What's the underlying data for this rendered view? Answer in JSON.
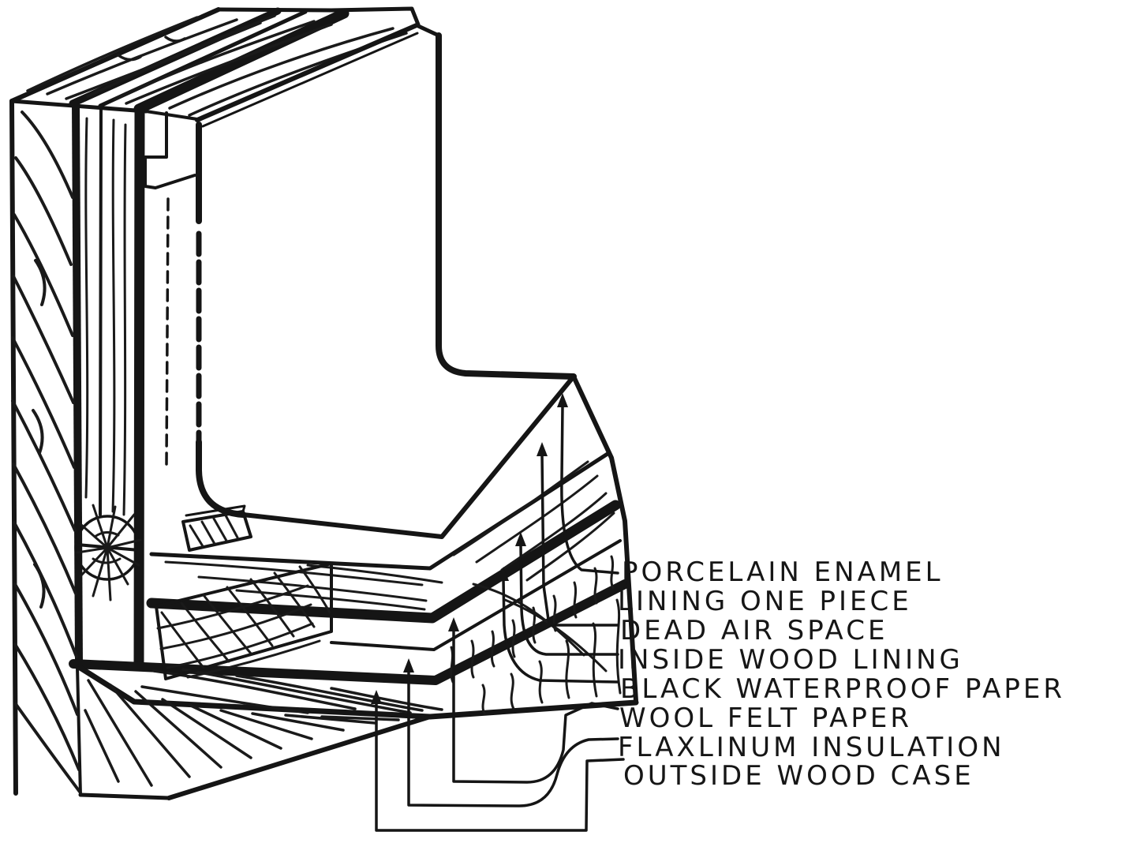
{
  "figure": {
    "background": "#ffffff",
    "ink": "#151515"
  },
  "labels": {
    "items": [
      {
        "text": "PORCELAIN ENAMEL"
      },
      {
        "text": "LINING ONE PIECE"
      },
      {
        "text": "DEAD AIR SPACE"
      },
      {
        "text": "INSIDE WOOD LINING"
      },
      {
        "text": "BLACK WATERPROOF PAPER"
      },
      {
        "text": "WOOL FELT PAPER"
      },
      {
        "text": "FLAXLINUM INSULATION"
      },
      {
        "text": "OUTSIDE WOOD CASE"
      }
    ]
  }
}
